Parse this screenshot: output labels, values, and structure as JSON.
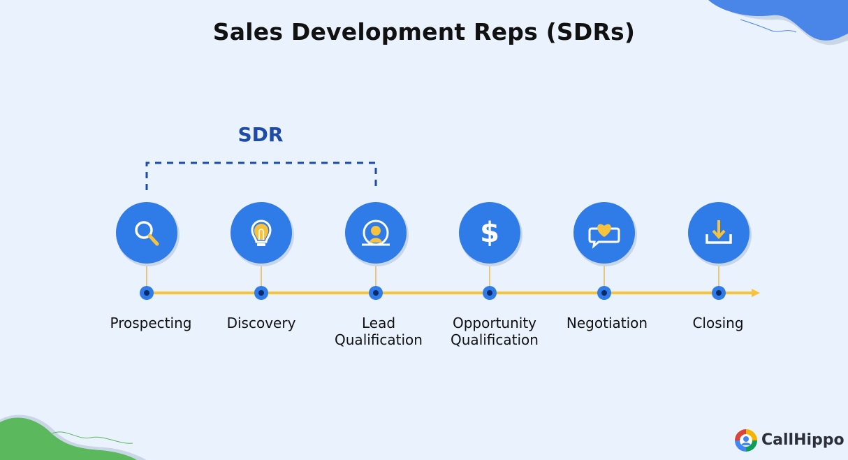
{
  "title": "Sales Development Reps (SDRs)",
  "sdr_bracket": {
    "label": "SDR",
    "spans_steps": [
      "Prospecting",
      "Discovery",
      "Lead Qualification"
    ]
  },
  "steps": [
    {
      "label": "Prospecting",
      "icon": "magnifier-icon"
    },
    {
      "label": "Discovery",
      "icon": "lightbulb-icon"
    },
    {
      "label": "Lead\nQualification",
      "icon": "person-target-icon"
    },
    {
      "label": "Opportunity\nQualification",
      "icon": "dollar-icon"
    },
    {
      "label": "Negotiation",
      "icon": "heart-chat-icon"
    },
    {
      "label": "Closing",
      "icon": "download-tray-icon"
    }
  ],
  "brand": {
    "name": "CallHippo"
  },
  "colors": {
    "background": "#eaf2fd",
    "circle": "#2f7be8",
    "accent": "#f7c33c",
    "bracket": "#1e4aa8",
    "node_outer": "#2f7be8",
    "node_inner": "#0c2a6b"
  }
}
